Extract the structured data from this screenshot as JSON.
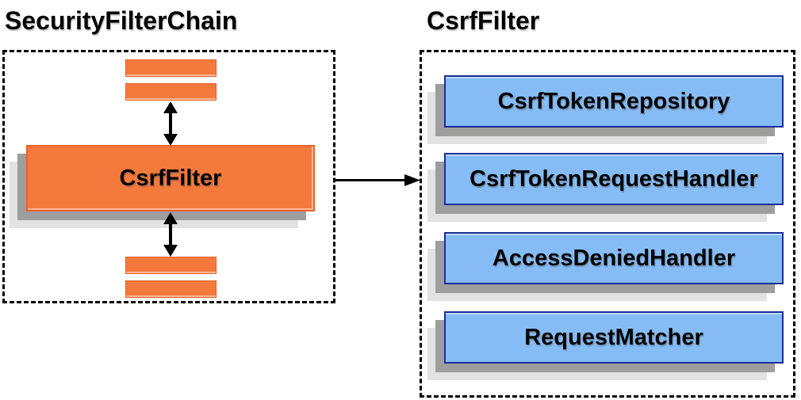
{
  "colors": {
    "orange_fill": "#F4793C",
    "orange_border": "#E8622A",
    "blue_fill": "#85BCF5",
    "blue_border": "#1B2F94",
    "shadow_dark": "#9E9E9E",
    "shadow_light": "#E2E2E2",
    "arrow": "#000000"
  },
  "left_panel": {
    "title": "SecurityFilterChain",
    "filter_box_label": "CsrfFilter"
  },
  "right_panel": {
    "title": "CsrfFilter",
    "components": [
      {
        "label": "CsrfTokenRepository"
      },
      {
        "label": "CsrfTokenRequestHandler"
      },
      {
        "label": "AccessDeniedHandler"
      },
      {
        "label": "RequestMatcher"
      }
    ]
  }
}
